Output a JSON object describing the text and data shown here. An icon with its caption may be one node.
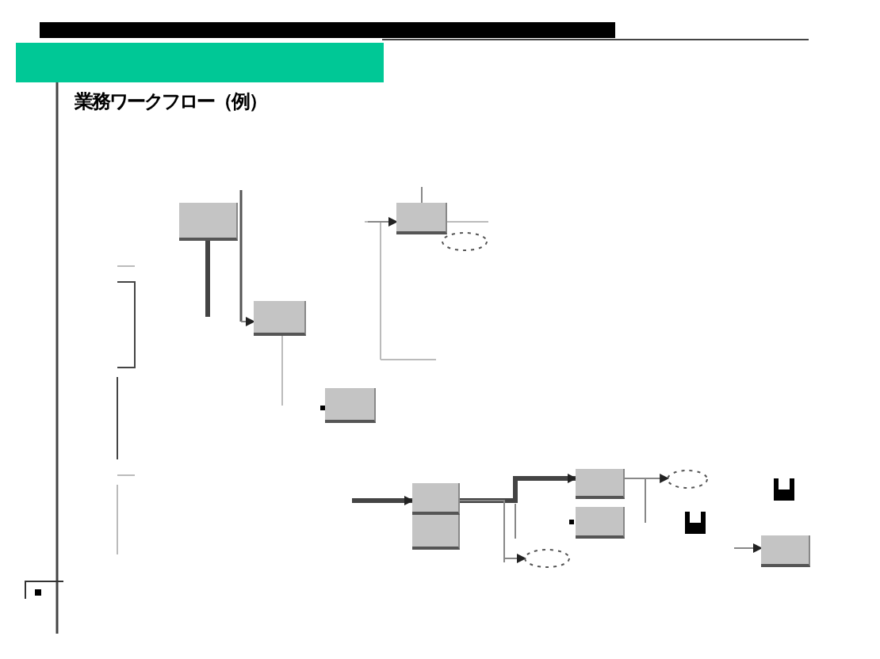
{
  "diagram": {
    "title": "業務ワークフロー（例）",
    "nodes": [
      {
        "text": [],
        "shape": "box"
      },
      {
        "text": [],
        "shape": "box"
      },
      {
        "text": [],
        "shape": "box"
      },
      {
        "text": [],
        "shape": "box"
      },
      {
        "text": [],
        "shape": "box"
      },
      {
        "text": [],
        "shape": "box"
      },
      {
        "text": [],
        "shape": "box"
      },
      {
        "text": [],
        "shape": "box"
      },
      {
        "text": [],
        "shape": "box"
      },
      {
        "text": [],
        "shape": "ellipse"
      },
      {
        "text": [],
        "shape": "ellipse"
      },
      {
        "text": [],
        "shape": "ellipse"
      }
    ],
    "edges": [
      {
        "from": null,
        "to": 4,
        "arrow": "to",
        "style": "thick"
      },
      {
        "from": 4,
        "to": 6,
        "arrow": "to",
        "style": "thick"
      },
      {
        "from": 4,
        "to": 11,
        "arrow": "to"
      },
      {
        "from": 6,
        "to": 10,
        "arrow": "to"
      },
      {
        "from": null,
        "to": 8,
        "arrow": "to"
      },
      {
        "from": null,
        "to": 2,
        "arrow": "to"
      },
      {
        "from": null,
        "to": 1,
        "arrow": "to"
      },
      {
        "from": 0,
        "to": null,
        "arrow": "none",
        "style": "thick"
      }
    ]
  }
}
